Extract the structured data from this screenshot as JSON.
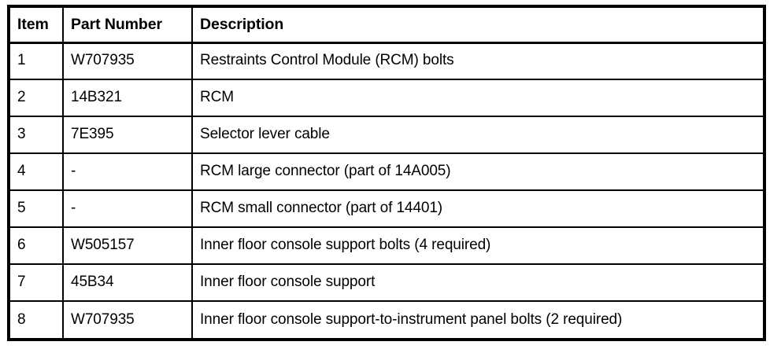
{
  "table": {
    "name": "parts-and-description-table",
    "columns": [
      {
        "key": "item",
        "label": "Item",
        "align": "left"
      },
      {
        "key": "part_number",
        "label": "Part Number",
        "align": "left"
      },
      {
        "key": "description",
        "label": "Description",
        "align": "center"
      }
    ],
    "rows": [
      {
        "item": "1",
        "part_number": "W707935",
        "description": "Restraints Control Module (RCM) bolts"
      },
      {
        "item": "2",
        "part_number": "14B321",
        "description": "RCM"
      },
      {
        "item": "3",
        "part_number": "7E395",
        "description": "Selector lever cable"
      },
      {
        "item": "4",
        "part_number": "-",
        "description": "RCM large connector (part of 14A005)"
      },
      {
        "item": "5",
        "part_number": "-",
        "description": "RCM small connector (part of 14401)"
      },
      {
        "item": "6",
        "part_number": "W505157",
        "description": "Inner floor console support bolts (4 required)"
      },
      {
        "item": "7",
        "part_number": "45B34",
        "description": "Inner floor console support"
      },
      {
        "item": "8",
        "part_number": "W707935",
        "description": "Inner floor console support-to-instrument panel bolts (2 required)"
      }
    ]
  },
  "style": {
    "text_color": "#000000",
    "background_color": "#ffffff",
    "rule_color": "#000000"
  }
}
